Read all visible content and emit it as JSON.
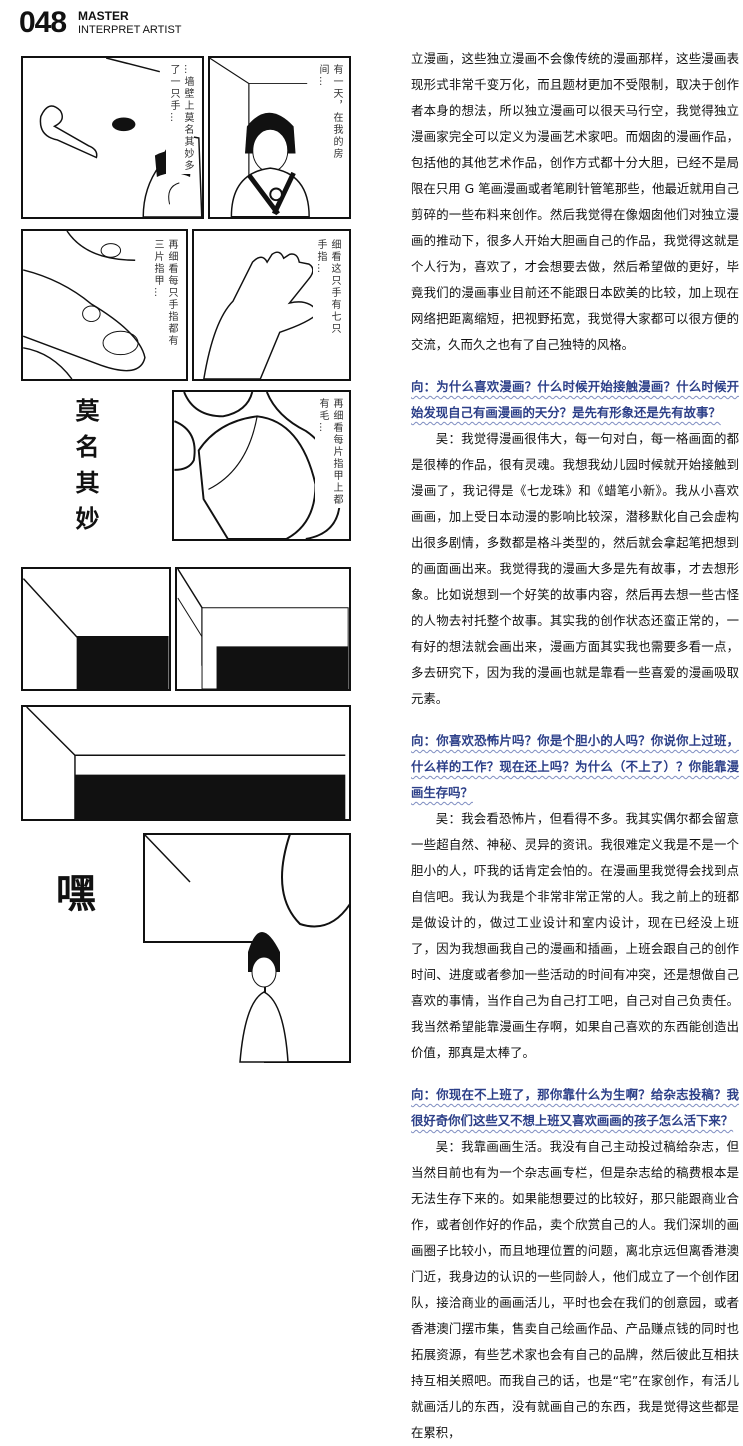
{
  "header": {
    "page_number": "048",
    "title_line1": "MASTER",
    "title_line2": "INTERPRET ARTIST"
  },
  "comic": {
    "panel1_caption": "…墙壁上莫名其妙多了一只手…",
    "panel2_caption": "有一天，在我的房间…",
    "panel3_caption": "再细看每只手指都有三片指甲…",
    "panel4_caption": "细看这只手有七只手指…",
    "side_title": "莫名其妙",
    "panel5_caption": "再细看每片指甲上都有毛…",
    "sound_effect": "嘿"
  },
  "article": {
    "intro": "立漫画，这些独立漫画不会像传统的漫画那样，这些漫画表现形式非常千变万化，而且题材更加不受限制，取决于创作者本身的想法，所以独立漫画可以很天马行空，我觉得独立漫画家完全可以定义为漫画艺术家吧。而烟囱的漫画作品，包括他的其他艺术作品，创作方式都十分大胆，已经不是局限在只用 G 笔画漫画或者笔刷针管笔那些，他最近就用自己剪碎的一些布料来创作。然后我觉得在像烟囱他们对独立漫画的推动下，很多人开始大胆画自己的作品，我觉得这就是个人行为，喜欢了，才会想要去做，然后希望做的更好，毕竟我们的漫画事业目前还不能跟日本欧美的比较，加上现在网络把距离缩短，把视野拓宽，我觉得大家都可以很方便的交流，久而久之也有了自己独特的风格。",
    "qa": [
      {
        "q": "向：为什么喜欢漫画？什么时候开始接触漫画？什么时候开始发现自己有画漫画的天分？是先有形象还是先有故事？",
        "a": "吴：我觉得漫画很伟大，每一句对白，每一格画面的都是很棒的作品，很有灵魂。我想我幼儿园时候就开始接触到漫画了，我记得是《七龙珠》和《蜡笔小新》。我从小喜欢画画，加上受日本动漫的影响比较深，潜移默化自己会虚构出很多剧情，多数都是格斗类型的，然后就会拿起笔把想到的画面画出来。我觉得我的漫画大多是先有故事，才去想形象。比如说想到一个好笑的故事内容，然后再去想一些古怪的人物去衬托整个故事。其实我的创作状态还蛮正常的，一有好的想法就会画出来，漫画方面其实我也需要多看一点，多去研究下，因为我的漫画也就是靠看一些喜爱的漫画吸取元素。"
      },
      {
        "q": "向：你喜欢恐怖片吗？你是个胆小的人吗？你说你上过班，什么样的工作？现在还上吗？为什么（不上了）？你能靠漫画生存吗？",
        "a": "吴：我会看恐怖片，但看得不多。我其实偶尔都会留意一些超自然、神秘、灵异的资讯。我很难定义我是不是一个胆小的人，吓我的话肯定会怕的。在漫画里我觉得会找到点自信吧。我认为我是个非常非常正常的人。我之前上的班都是做设计的，做过工业设计和室内设计，现在已经没上班了，因为我想画我自己的漫画和插画，上班会跟自己的创作时间、进度或者参加一些活动的时间有冲突，还是想做自己喜欢的事情，当作自己为自己打工吧，自己对自己负责任。我当然希望能靠漫画生存啊，如果自己喜欢的东西能创造出价值，那真是太棒了。"
      },
      {
        "q": "向：你现在不上班了，那你靠什么为生啊？给杂志投稿？我很好奇你们这些又不想上班又喜欢画画的孩子怎么活下来？",
        "a": "吴：我靠画画生活。我没有自己主动投过稿给杂志，但当然目前也有为一个杂志画专栏，但是杂志给的稿费根本是无法生存下来的。如果能想要过的比较好，那只能跟商业合作，或者创作好的作品，卖个欣赏自己的人。我们深圳的画画圈子比较小，而且地理位置的问题，离北京远但离香港澳门近，我身边的认识的一些同龄人，他们成立了一个创作团队，接洽商业的画画活儿，平时也会在我们的创意园，或者香港澳门摆市集，售卖自己绘画作品、产品赚点钱的同时也拓展资源，有些艺术家也会有自己的品牌，然后彼此互相扶持互相关照吧。而我自己的话，也是“宅”在家创作，有活儿就画活儿的东西，没有就画自己的东西，我是觉得这些都是在累积，"
      }
    ]
  },
  "colors": {
    "question": "#2c3f88",
    "ink": "#111111"
  }
}
